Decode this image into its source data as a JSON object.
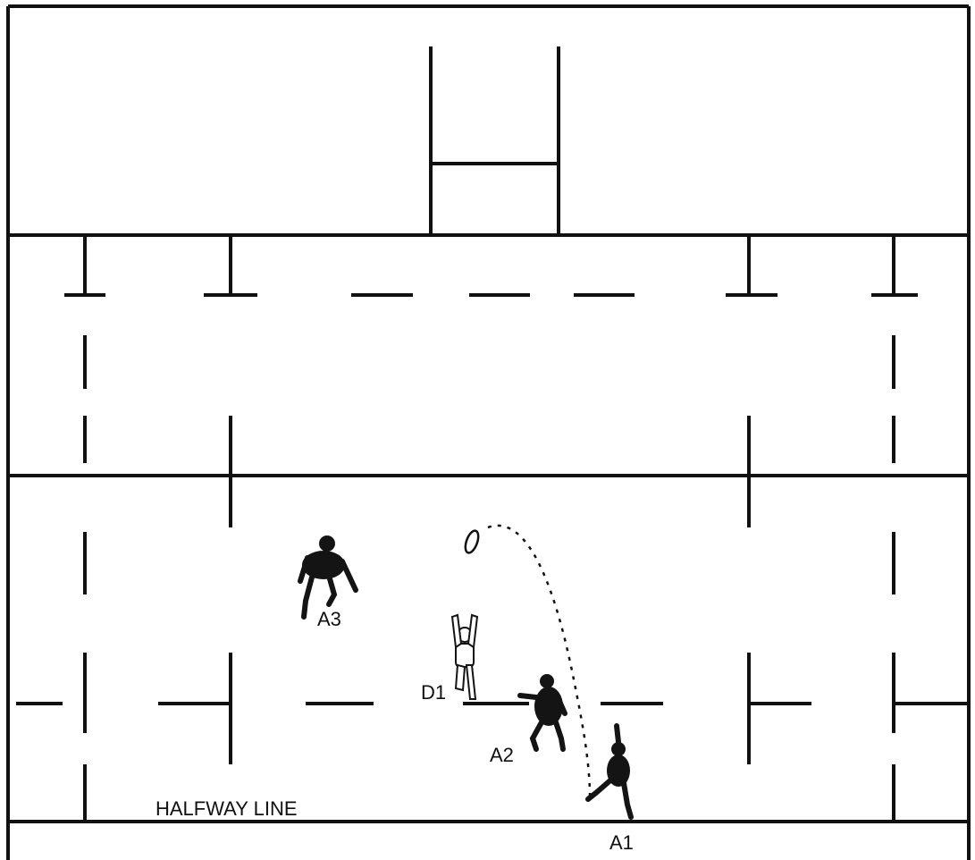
{
  "labels": {
    "halfway_line": "HALFWAY LINE",
    "player_a1": "A1",
    "player_a2": "A2",
    "player_a3": "A3",
    "player_d1": "D1"
  },
  "colors": {
    "line": "#111111",
    "background": "#ffffff"
  }
}
